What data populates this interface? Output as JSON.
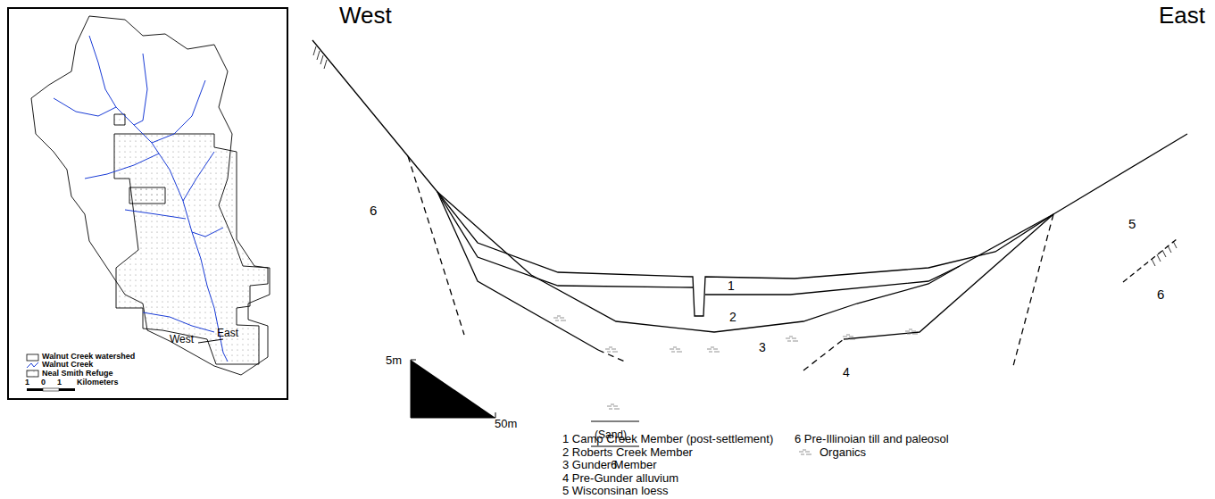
{
  "diagram": {
    "labels": [
      "West",
      "East",
      "West",
      "East",
      "1",
      "0",
      "1",
      "Kilometers",
      "6",
      "1",
      "2",
      "3",
      "4",
      "5",
      "6",
      "5m",
      "50m",
      "(Sand)",
      "6",
      "1 Camp Creek Member (post-settlement)",
      "2 Roberts Creek Member",
      "3 Gunder Member",
      "4 Pre-Gunder alluvium",
      "5 Wisconsinan loess",
      "6 Pre-Illinoian till and paleosol"
    ],
    "legend": [
      {
        "text": "Walnut Creek watershed"
      },
      {
        "text": "Walnut Creek"
      },
      {
        "text": "Neal Smith Refuge"
      },
      {
        "text": "Organics"
      }
    ]
  }
}
